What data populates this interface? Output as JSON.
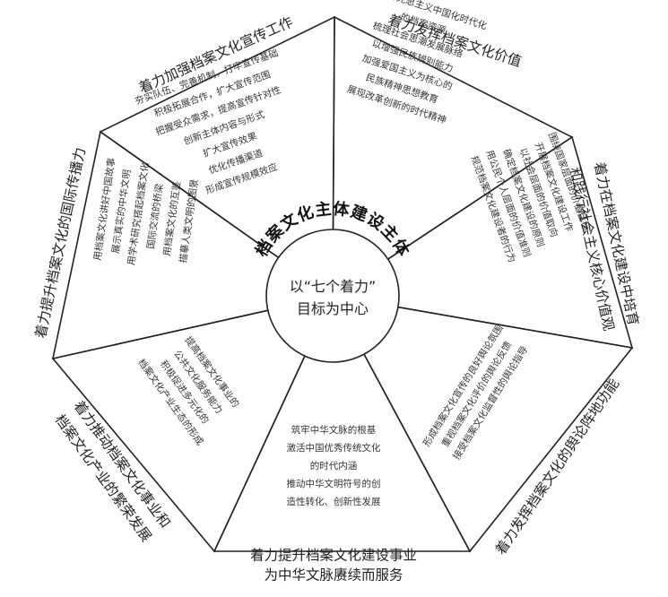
{
  "center": {
    "arc_title": "档案文化主体建设主体",
    "line1": "以“七个着力”",
    "line2": "目标为中心"
  },
  "sectors": [
    {
      "title_lines": [
        "着力加强档案文化宣传工作"
      ],
      "items": [
        "夯实队伍、完善机制，打牢宣传基础",
        "积极拓展合作，扩大宣传范围",
        "把握受众需求，提高宣传针对性",
        "创新主体内容与形式",
        "扩大宣传效果",
        "优化传播渠道",
        "形成宣传规模效应"
      ]
    },
    {
      "title_lines": [
        "着力发挥档案文化价值"
      ],
      "items": [
        "展示马克思主义中国化时代化",
        "的档案资源",
        "梳理社会思潮发展脉络",
        "以增强民族辨别能力",
        "加强爱国主义为核心的",
        "民族精神思想教育",
        "展现改革创新的时代精神"
      ]
    },
    {
      "title_lines": [
        "着力在档案文化建设中培育",
        "和践行社会主义核心价值观"
      ],
      "items": [
        "围绕国家层面的价值目标",
        "开展档案文化建设工作",
        "以社会层面的价值取向",
        "确定档案文化建设的原则",
        "用公民个人层面的价值准则",
        "规范档案文化建设者的行为"
      ]
    },
    {
      "title_lines": [
        "着力发挥档案文化的舆论阵地功能"
      ],
      "items": [
        "形成档案文化宣传的良好舆论氛围",
        "重视档案文化评价的舆论反馈",
        "接受档案文化监督性的舆论指导"
      ]
    },
    {
      "title_lines": [
        "着力提升档案文化建设事业",
        "为中华文脉赓续而服务"
      ],
      "items": [
        "筑牢中华文脉的根基",
        "激活中国优秀传统文化",
        "的时代内涵",
        "推动中华文明符号的创",
        "造性转化、创新性发展"
      ]
    },
    {
      "title_lines": [
        "着力推动档案文化事业和",
        "档案文化产业的繁荣发展"
      ],
      "items": [
        "提高档案文化事业的",
        "公共文化服务能力",
        "积极促进多元化的",
        "档案文化产业生态的形成"
      ]
    },
    {
      "title_lines": [
        "着力提升档案文化的国际传播力"
      ],
      "items": [
        "用档案文化讲好中国故事",
        "展示真实的中华文明",
        "用学术研究搭起档案文化",
        "国际交流的桥梁",
        "用档案文化的互鉴",
        "描摹人类文明的图景"
      ]
    }
  ]
}
